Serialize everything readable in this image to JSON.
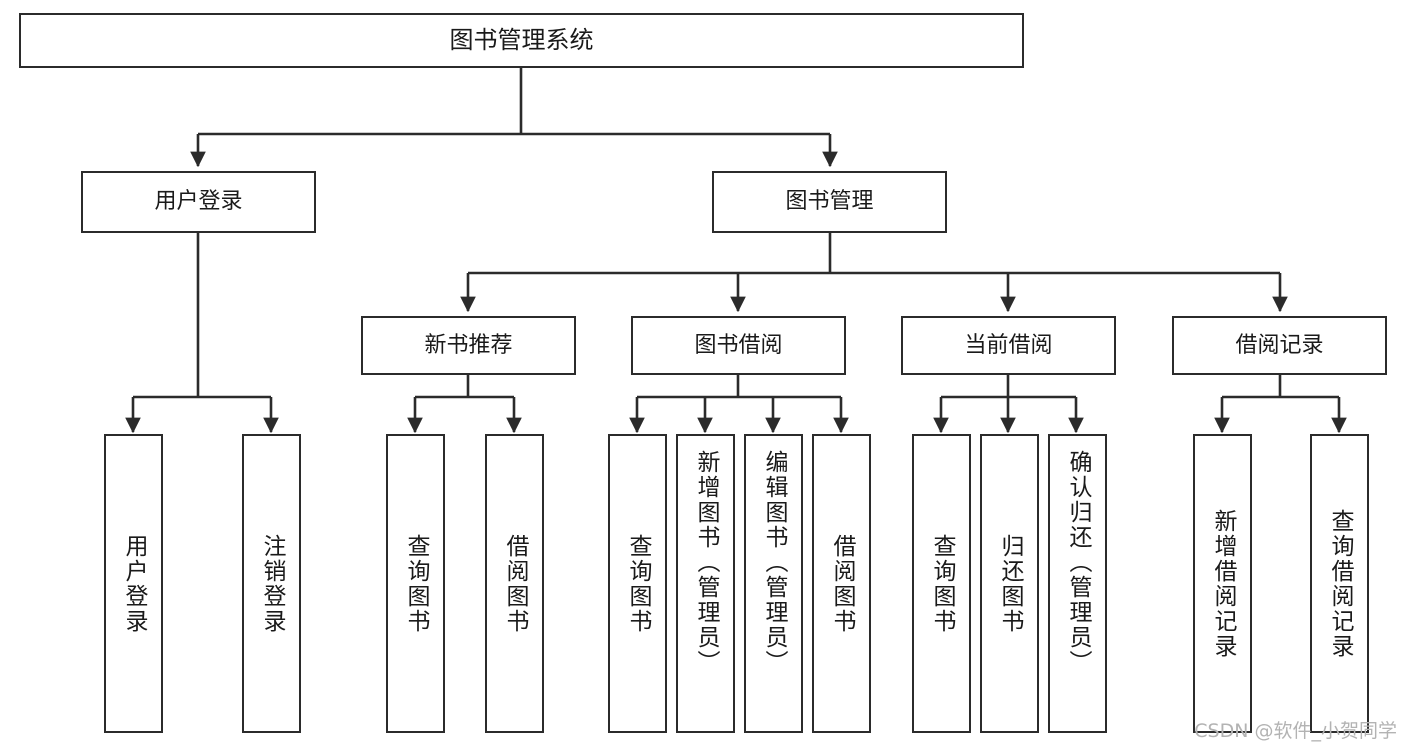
{
  "diagram": {
    "title": "图书管理系统",
    "type": "tree-hierarchy-chart",
    "colors": {
      "box_border": "#2b2b2b",
      "box_fill": "#ffffff",
      "connector": "#2b2b2b",
      "text": "#1a1a1a",
      "watermark": "#b3b3b3"
    }
  },
  "root": {
    "label": "图书管理系统"
  },
  "level2": [
    {
      "id": "user-login",
      "label": "用户登录"
    },
    {
      "id": "book-management",
      "label": "图书管理"
    }
  ],
  "level3": [
    {
      "id": "new-book-recommend",
      "label": "新书推荐"
    },
    {
      "id": "book-borrow",
      "label": "图书借阅"
    },
    {
      "id": "current-borrow",
      "label": "当前借阅"
    },
    {
      "id": "borrow-record",
      "label": "借阅记录"
    }
  ],
  "leaves": {
    "user_login": [
      {
        "id": "leaf-user-login",
        "label": "用户登录"
      },
      {
        "id": "leaf-logout-login",
        "label": "注销登录"
      }
    ],
    "new_book_recommend": [
      {
        "id": "leaf-query-book-1",
        "label": "查询图书"
      },
      {
        "id": "leaf-borrow-book-1",
        "label": "借阅图书"
      }
    ],
    "book_borrow": [
      {
        "id": "leaf-query-book-2",
        "label": "查询图书"
      },
      {
        "id": "leaf-add-book",
        "label": "新增图书（管理员）"
      },
      {
        "id": "leaf-edit-book",
        "label": "编辑图书（管理员）"
      },
      {
        "id": "leaf-borrow-book-2",
        "label": "借阅图书"
      }
    ],
    "current_borrow": [
      {
        "id": "leaf-query-book-3",
        "label": "查询图书"
      },
      {
        "id": "leaf-return-book",
        "label": "归还图书"
      },
      {
        "id": "leaf-confirm-return",
        "label": "确认归还（管理员）"
      }
    ],
    "borrow_record": [
      {
        "id": "leaf-add-borrow-record",
        "label": "新增借阅记录"
      },
      {
        "id": "leaf-query-borrow-record",
        "label": "查询借阅记录"
      }
    ]
  },
  "watermark": {
    "text": "CSDN @软件_小贺同学"
  }
}
